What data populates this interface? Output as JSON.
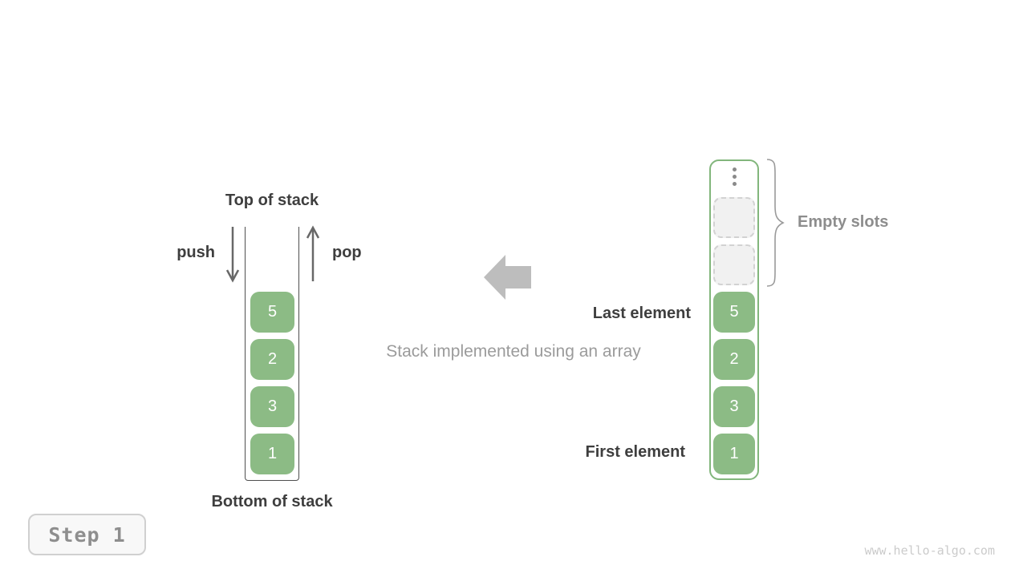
{
  "colors": {
    "block_green": "#8cbb85",
    "container_green": "#82b67c",
    "dark_text": "#3e3e3e",
    "gray_text": "#9b9b9b",
    "muted_gray_text": "#8d8d8d",
    "arrow_gray": "#686868",
    "big_arrow_gray": "#bdbdbd",
    "slot_bg": "#f1f1f1",
    "slot_border": "#d2d2d2",
    "brace_gray": "#9a9a9a",
    "watermark_gray": "#cbcbcb"
  },
  "left_stack": {
    "top_label": "Top of stack",
    "push_label": "push",
    "pop_label": "pop",
    "blocks": [
      "5",
      "2",
      "3",
      "1"
    ],
    "bottom_label": "Bottom of stack"
  },
  "middle": {
    "caption": "Stack implemented using an array",
    "arrow_icon": "left-arrow"
  },
  "right_array": {
    "ellipsis_icon": "vertical-ellipsis",
    "empty_slot_count": 2,
    "blocks": [
      "5",
      "2",
      "3",
      "1"
    ],
    "empty_slots_label": "Empty slots",
    "last_element_label": "Last element",
    "first_element_label": "First element"
  },
  "footer": {
    "step_label": "Step 1",
    "watermark": "www.hello-algo.com"
  }
}
